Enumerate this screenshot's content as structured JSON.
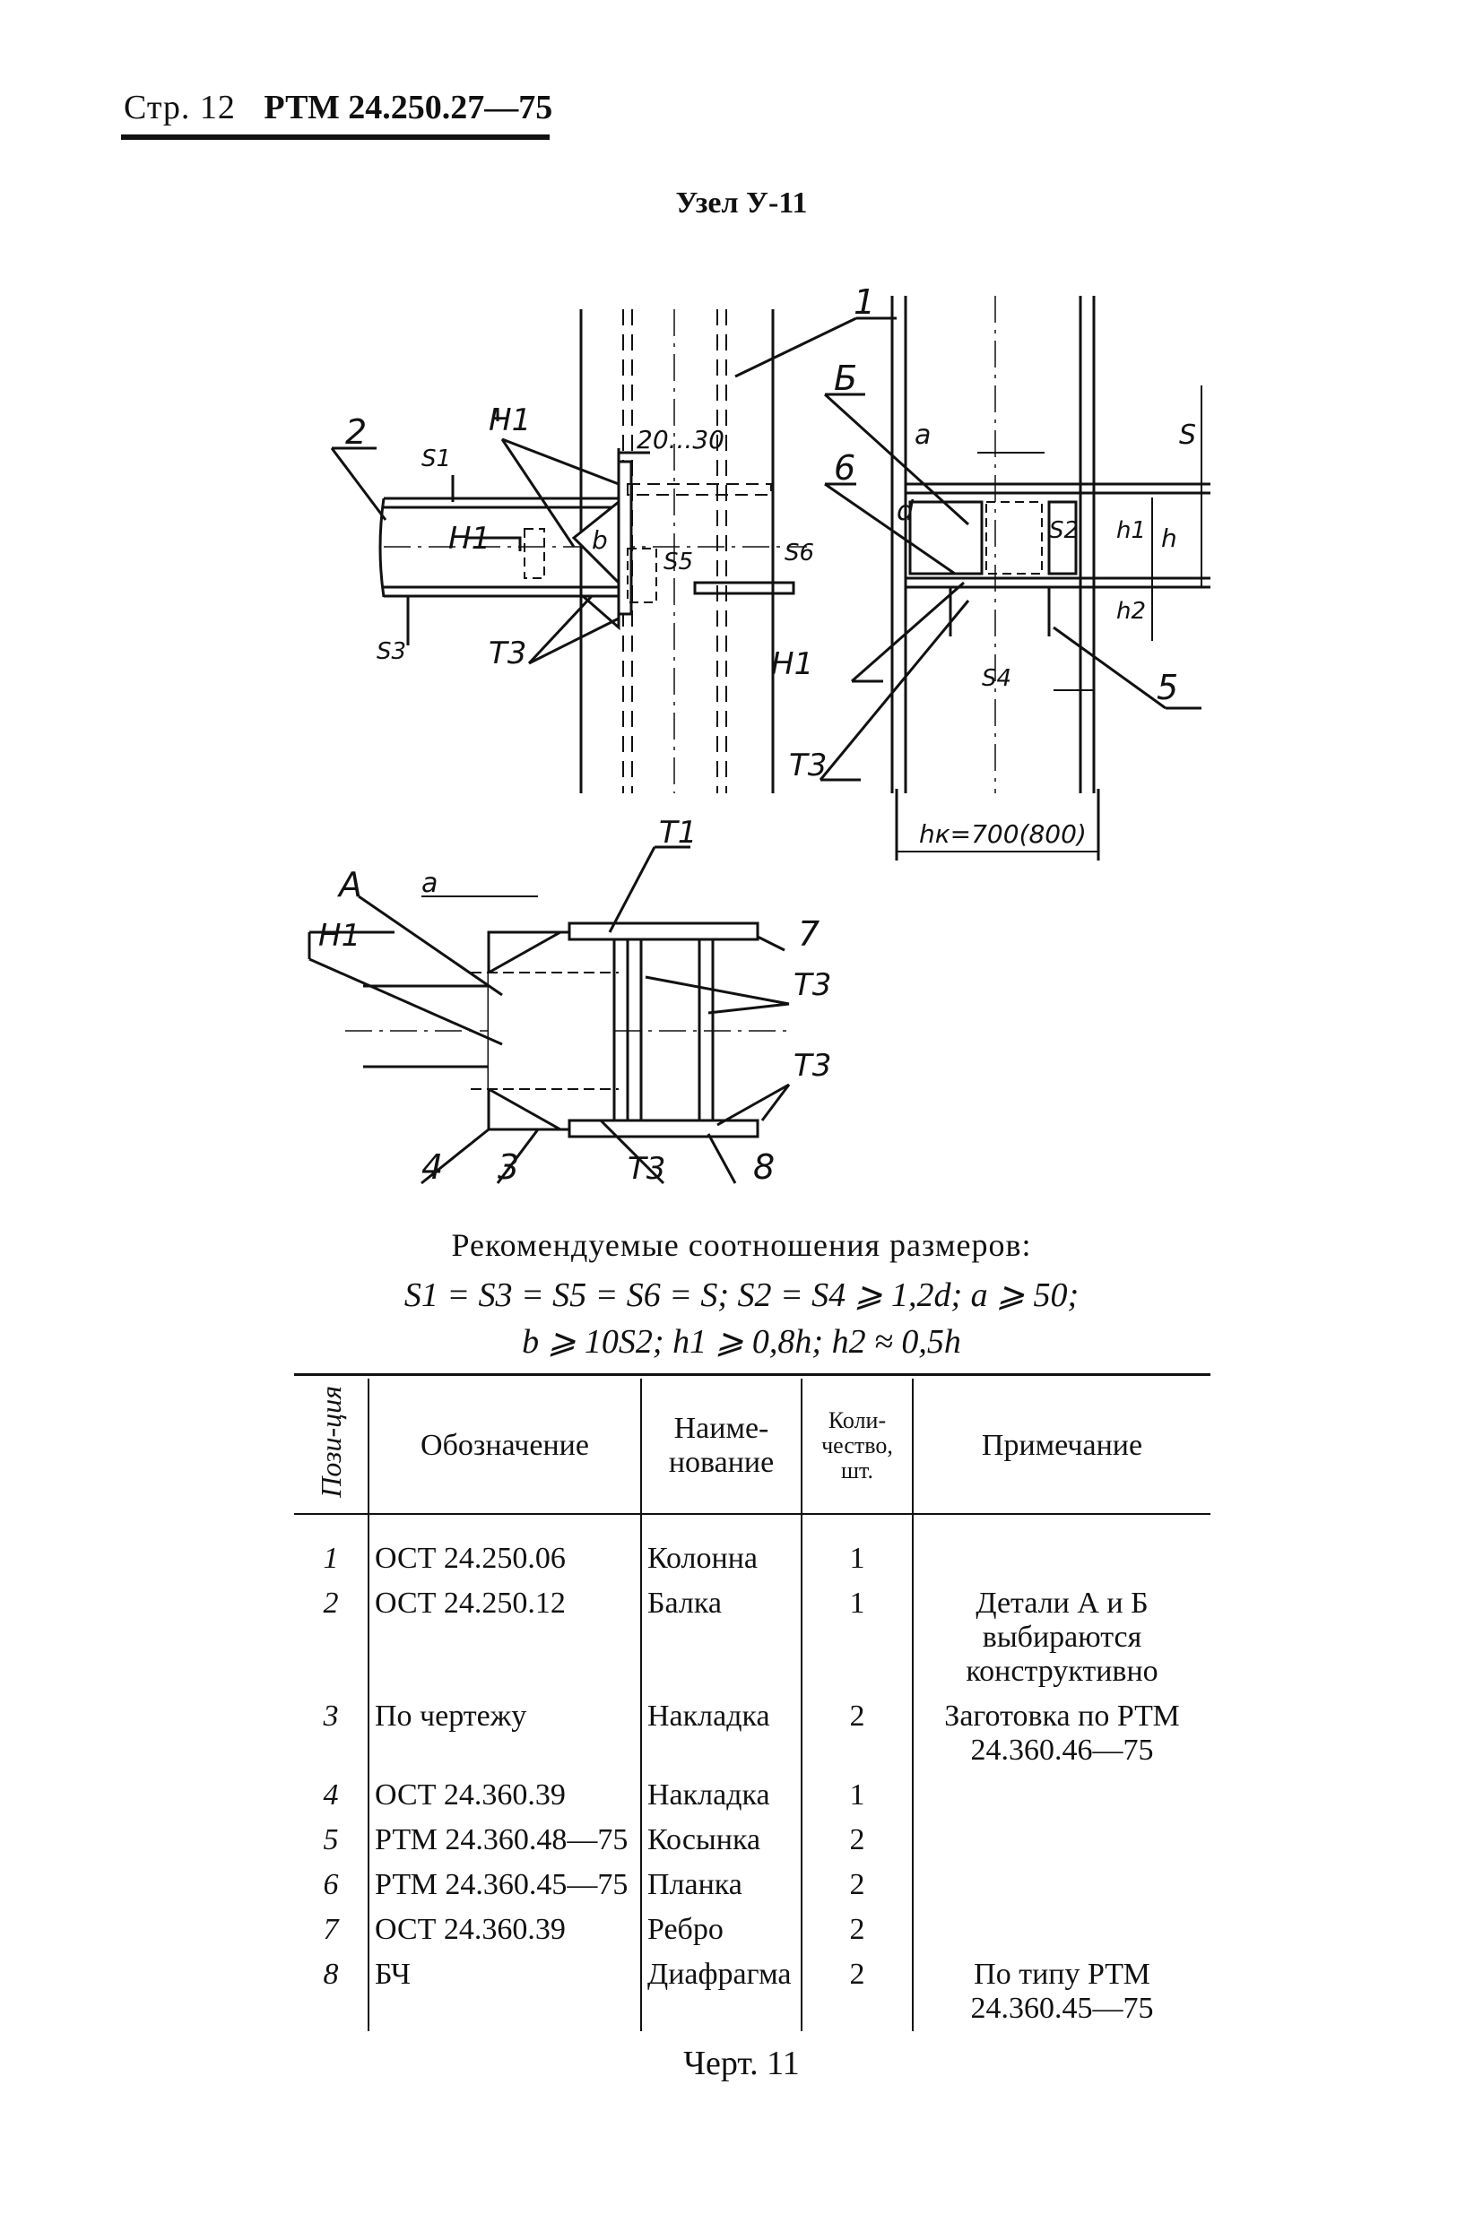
{
  "header": {
    "page_label": "Стр. 12",
    "document_code": "РТМ 24.250.27—75"
  },
  "title": "Узел У-11",
  "drawing_labels": {
    "pos1": "1",
    "pos2": "2",
    "pos3": "3",
    "pos4": "4",
    "pos5": "5",
    "pos6": "6",
    "pos7": "7",
    "pos8": "8",
    "view_b": "Б",
    "view_a": "А",
    "weld_h1": "Н1",
    "weld_t3": "Т3",
    "weld_t1": "Т1",
    "dim_20_30": "20...30",
    "dim_a": "a",
    "dim_b": "b",
    "dim_d": "d",
    "dim_s": "S",
    "dim_s1": "S1",
    "dim_s2": "S2",
    "dim_s3": "S3",
    "dim_s4": "S4",
    "dim_s5": "S5",
    "dim_s6": "S6",
    "dim_h": "h",
    "dim_h1": "h1",
    "dim_h2": "h2",
    "dim_hk": "hк=700(800)"
  },
  "recommendations": {
    "title": "Рекомендуемые соотношения размеров:",
    "formula_line1": "S1 = S3 = S5 = S6 = S;   S2 = S4 ⩾ 1,2d;   a ⩾ 50;",
    "formula_line2": "b ⩾ 10S2;   h1 ⩾ 0,8h;   h2 ≈ 0,5h"
  },
  "table": {
    "headers": {
      "position": "Пози-ция",
      "designation": "Обозначение",
      "name": "Наиме-нование",
      "quantity": "Коли-чество, шт.",
      "note": "Примечание"
    },
    "rows": [
      {
        "pos": "1",
        "designation": "ОСТ 24.250.06",
        "name": "Колонна",
        "qty": "1",
        "note": ""
      },
      {
        "pos": "2",
        "designation": "ОСТ 24.250.12",
        "name": "Балка",
        "qty": "1",
        "note": "Детали А и Б выбираются конструктивно"
      },
      {
        "pos": "3",
        "designation": "По чертежу",
        "name": "Накладка",
        "qty": "2",
        "note": "Заготовка по РТМ 24.360.46—75"
      },
      {
        "pos": "4",
        "designation": "ОСТ 24.360.39",
        "name": "Накладка",
        "qty": "1",
        "note": ""
      },
      {
        "pos": "5",
        "designation": "РТМ 24.360.48—75",
        "name": "Косынка",
        "qty": "2",
        "note": ""
      },
      {
        "pos": "6",
        "designation": "РТМ 24.360.45—75",
        "name": "Планка",
        "qty": "2",
        "note": ""
      },
      {
        "pos": "7",
        "designation": "ОСТ 24.360.39",
        "name": "Ребро",
        "qty": "2",
        "note": ""
      },
      {
        "pos": "8",
        "designation": "БЧ",
        "name": "Диафрагма",
        "qty": "2",
        "note": "По типу РТМ 24.360.45—75"
      }
    ]
  },
  "caption": "Черт. 11"
}
